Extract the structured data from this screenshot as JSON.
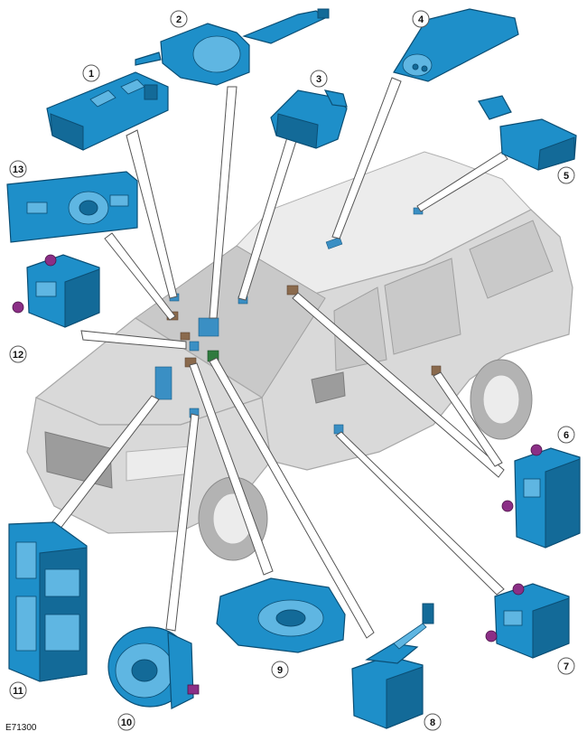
{
  "figure": {
    "reference_code": "E71300",
    "callouts": [
      "1",
      "2",
      "3",
      "4",
      "5",
      "6",
      "7",
      "8",
      "9",
      "10",
      "11",
      "12",
      "13"
    ]
  },
  "colors": {
    "module_blue": "#1e8fc9",
    "connector_purple": "#8b2f86",
    "vehicle_grey": "#d9d9d9"
  }
}
